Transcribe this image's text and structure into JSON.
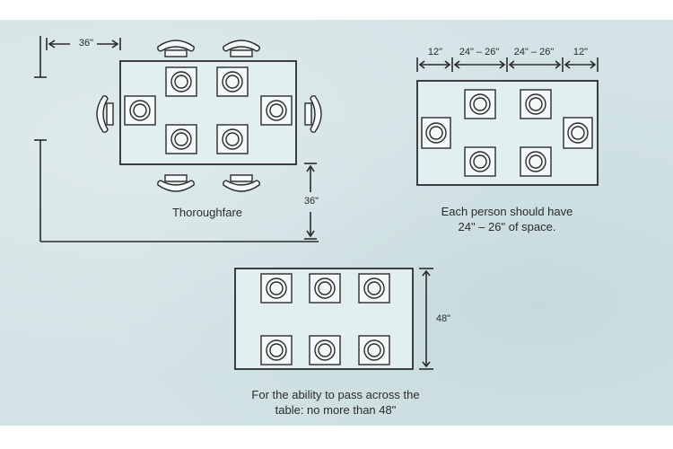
{
  "diagram": {
    "thoroughfare": {
      "clearance_side_label": "36\"",
      "clearance_bottom_label": "36\"",
      "caption": "Thoroughfare"
    },
    "spacing": {
      "segment_labels": [
        "12\"",
        "24\" – 26\"",
        "24\" – 26\"",
        "12\""
      ],
      "caption_line1": "Each person should have",
      "caption_line2": "24\" – 26\" of space."
    },
    "width": {
      "width_label": "48\"",
      "caption_line1": "For the ability to pass across the",
      "caption_line2": "table: no more than 48\""
    }
  }
}
